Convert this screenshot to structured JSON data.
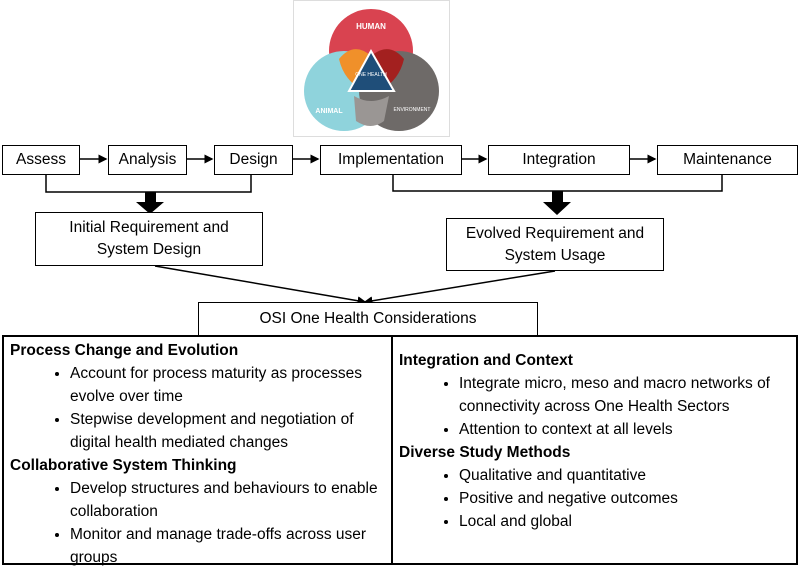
{
  "logo": {
    "labels": [
      "HUMAN",
      "ONE HEALTH",
      "ANIMAL",
      "ENVIRONMENT"
    ],
    "colors": {
      "human": "#d94350",
      "animal": "#8fd3dc",
      "environment": "#6e6a68",
      "center": "#1f4e79",
      "orange": "#f0902a",
      "darkred": "#a3201f",
      "gray": "#9a9694"
    }
  },
  "stages": [
    "Assess",
    "Analysis",
    "Design",
    "Implementation",
    "Integration",
    "Maintenance"
  ],
  "outcomes": {
    "initial": "Initial Requirement and System Design",
    "evolved": "Evolved Requirement and System Usage"
  },
  "considerations_title": "OSI One Health Considerations",
  "left_panel": [
    {
      "heading": "Process Change and Evolution",
      "items": [
        "Account for process maturity as processes evolve over time",
        "Stepwise development and negotiation of digital health mediated changes"
      ]
    },
    {
      "heading": "Collaborative System Thinking",
      "items": [
        "Develop structures and behaviours to enable collaboration",
        "Monitor and manage trade-offs across user groups"
      ]
    }
  ],
  "right_panel": [
    {
      "heading": "Integration and Context",
      "items": [
        "Integrate micro, meso and macro networks of connectivity across One Health Sectors",
        "Attention to context at all levels"
      ]
    },
    {
      "heading": "Diverse Study Methods",
      "items": [
        "Qualitative and quantitative",
        "Positive and negative outcomes",
        "Local and global"
      ]
    }
  ]
}
